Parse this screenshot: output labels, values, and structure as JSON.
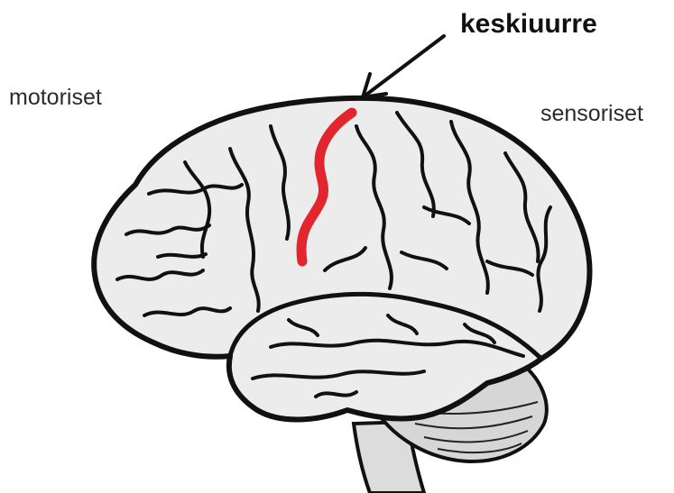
{
  "labels": {
    "left": "motoriset",
    "right": "sensoriset",
    "top": "keskiuurre"
  },
  "colors": {
    "brain_fill": "#ececec",
    "outline": "#111111",
    "sulcus_highlight": "#e3262e",
    "stem_fill": "#dcdcdc"
  }
}
